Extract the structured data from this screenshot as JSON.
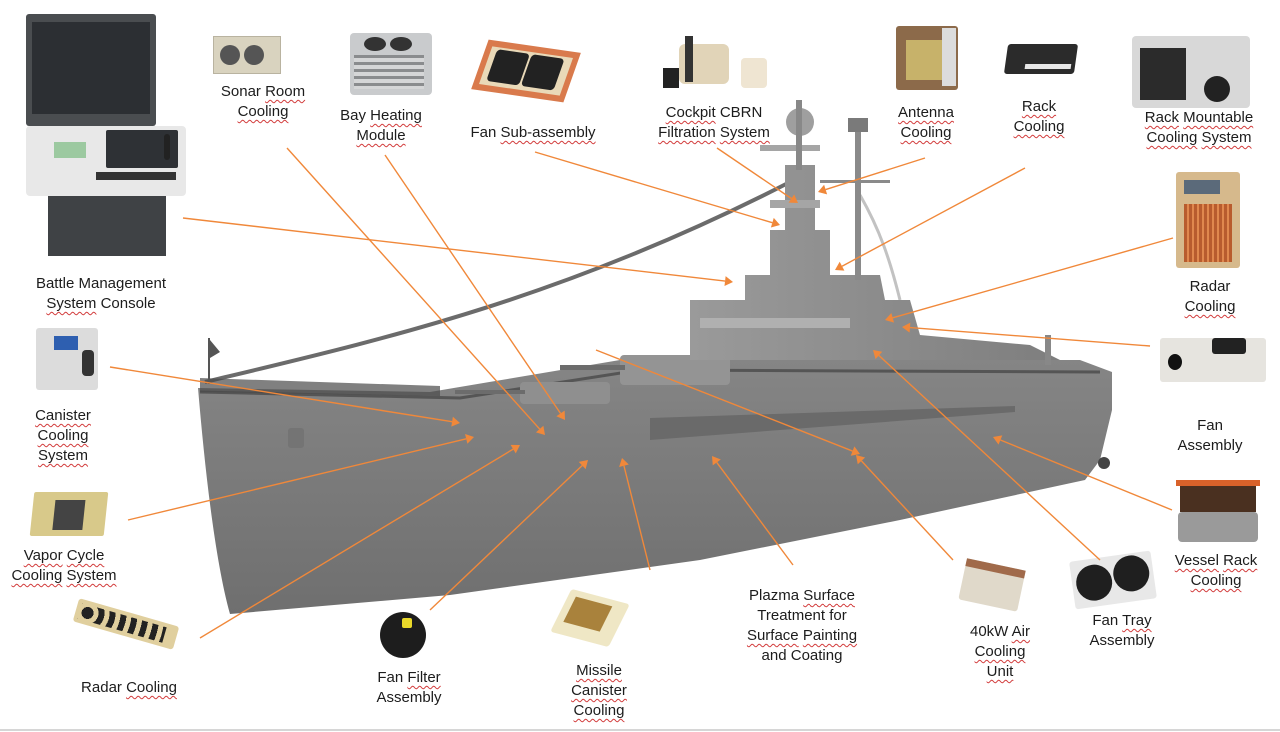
{
  "diagram": {
    "subject": "battleship",
    "arrow_color": "#f0883a",
    "ship_color": "#7d7d7d",
    "components": [
      {
        "id": "battle-management-system-console",
        "lines": [
          "Battle Management",
          "System Console"
        ]
      },
      {
        "id": "sonar-room-cooling",
        "lines": [
          "Sonar Room",
          "Cooling"
        ]
      },
      {
        "id": "bay-heating-module",
        "lines": [
          "Bay Heating",
          "Module"
        ]
      },
      {
        "id": "fan-sub-assembly",
        "lines": [
          "Fan Sub-assembly"
        ]
      },
      {
        "id": "cockpit-cbrn-filtration-system",
        "lines": [
          "Cockpit CBRN",
          "Filtration System"
        ]
      },
      {
        "id": "antenna-cooling",
        "lines": [
          "Antenna",
          "Cooling"
        ]
      },
      {
        "id": "rack-cooling",
        "lines": [
          "Rack",
          "Cooling"
        ]
      },
      {
        "id": "rack-mountable-cooling-system",
        "lines": [
          "Rack Mountable",
          "Cooling System"
        ]
      },
      {
        "id": "radar-cooling-right",
        "lines": [
          "Radar",
          "Cooling"
        ]
      },
      {
        "id": "fan-assembly",
        "lines": [
          "Fan",
          "Assembly"
        ]
      },
      {
        "id": "vessel-rack-cooling",
        "lines": [
          "Vessel Rack",
          "Cooling"
        ]
      },
      {
        "id": "fan-tray-assembly",
        "lines": [
          "Fan Tray",
          "Assembly"
        ]
      },
      {
        "id": "air-cooling-unit-40kw",
        "lines": [
          "40kW Air",
          "Cooling",
          "Unit"
        ]
      },
      {
        "id": "plazma-surface-treatment",
        "lines": [
          "Plazma Surface",
          "Treatment for",
          "Surface Painting",
          "and Coating"
        ]
      },
      {
        "id": "missile-canister-cooling",
        "lines": [
          "Missile",
          "Canister",
          "Cooling"
        ]
      },
      {
        "id": "fan-filter-assembly",
        "lines": [
          "Fan Filter",
          "Assembly"
        ]
      },
      {
        "id": "radar-cooling-left",
        "lines": [
          "Radar Cooling"
        ]
      },
      {
        "id": "vapor-cycle-cooling-system",
        "lines": [
          "Vapor Cycle",
          "Cooling System"
        ]
      },
      {
        "id": "canister-cooling-system",
        "lines": [
          "Canister",
          "Cooling",
          "System"
        ]
      }
    ]
  }
}
